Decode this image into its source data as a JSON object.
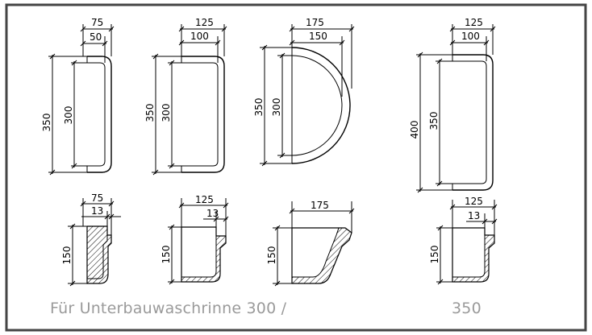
{
  "caption": {
    "left": "Für Unterbauwaschrinne 300 /",
    "right": "350"
  },
  "top_row": [
    {
      "width_outer": "75",
      "width_inner": "50",
      "height_outer": "350",
      "height_inner": "300"
    },
    {
      "width_outer": "125",
      "width_inner": "100",
      "height_outer": "350",
      "height_inner": "300"
    },
    {
      "width_outer": "175",
      "width_inner": "150",
      "height_outer": "350",
      "height_inner": "300"
    },
    {
      "width_outer": "125",
      "width_inner": "100",
      "height_outer": "400",
      "height_inner": "350"
    }
  ],
  "bottom_row": [
    {
      "width": "75",
      "lip": "13",
      "height": "150"
    },
    {
      "width": "125",
      "lip": "13",
      "height": "150"
    },
    {
      "width": "175",
      "height": "150"
    },
    {
      "width": "125",
      "lip": "13",
      "height": "150"
    }
  ]
}
